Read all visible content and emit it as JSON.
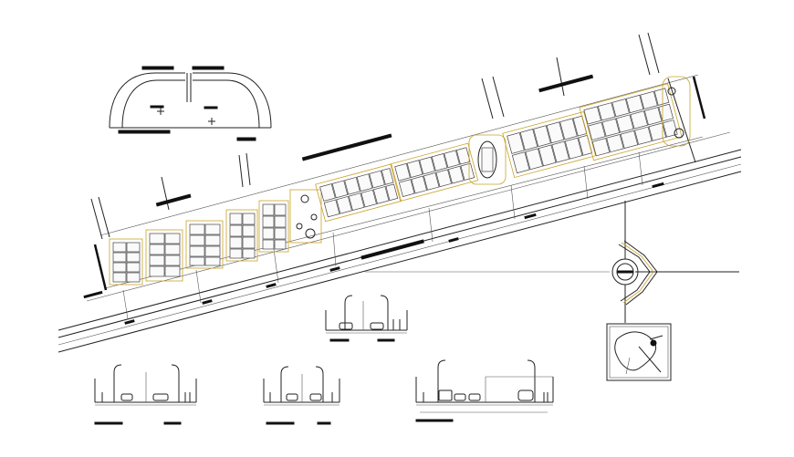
{
  "drawing": {
    "background": "#ffffff",
    "line_color": "#222222",
    "accent_color": "#c9a227",
    "views": [
      "site-plan",
      "cul-de-sac-detail",
      "road-section-1",
      "road-section-2",
      "road-section-3",
      "road-section-4",
      "location-map",
      "roundabout"
    ]
  }
}
